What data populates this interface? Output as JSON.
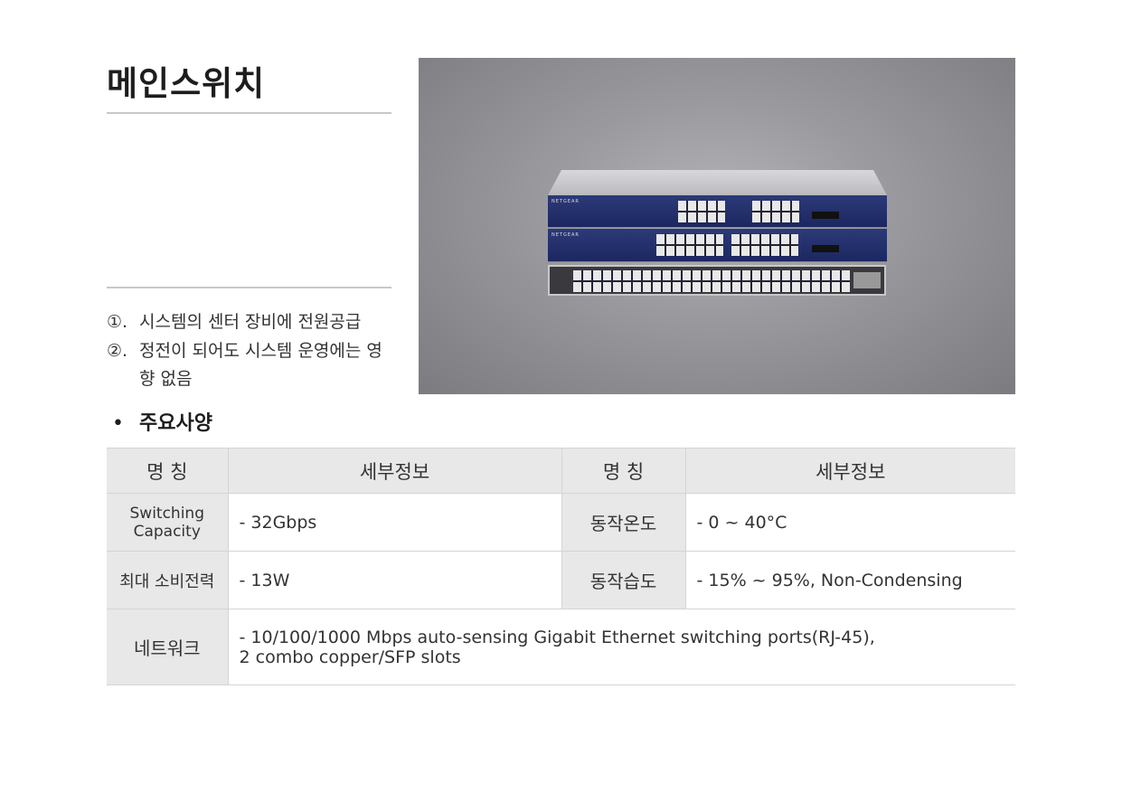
{
  "title": "메인스위치",
  "items": [
    {
      "num": "①.",
      "text": "시스템의 센터 장비에 전원공급"
    },
    {
      "num": "②.",
      "text": "정전이 되어도 시스템 운영에는 영향 없음"
    }
  ],
  "photo": {
    "brand": "NETGEAR"
  },
  "spec": {
    "bullet": "•",
    "heading": "주요사양"
  },
  "table": {
    "headers": [
      "명 칭",
      "세부정보",
      "명 칭",
      "세부정보"
    ],
    "rows": [
      {
        "k1": "Switching Capacity",
        "v1": "- 32Gbps",
        "k2": "동작온도",
        "v2": "- 0 ~ 40°C"
      },
      {
        "k1": "최대 소비전력",
        "v1": "- 13W",
        "k2": "동작습도",
        "v2": "- 15% ~ 95%, Non-Condensing"
      }
    ],
    "network": {
      "k": "네트워크",
      "line1": "- 10/100/1000 Mbps auto-sensing Gigabit Ethernet switching ports(RJ-45),",
      "line2": "2 combo copper/SFP slots"
    }
  }
}
